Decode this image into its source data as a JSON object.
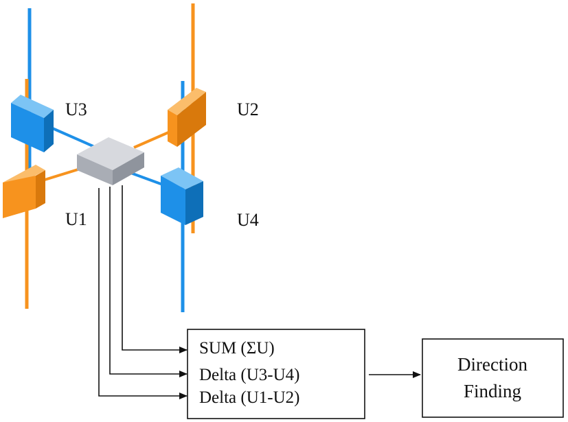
{
  "antennas": {
    "u1": "U1",
    "u2": "U2",
    "u3": "U3",
    "u4": "U4"
  },
  "processor": {
    "sum": "SUM (ΣU)",
    "delta_u3_u4": "Delta (U3-U4)",
    "delta_u1_u2": "Delta (U1-U2)"
  },
  "output": {
    "line1": "Direction",
    "line2": "Finding"
  },
  "colors": {
    "blue": "#1e90e8",
    "orange": "#f7931e",
    "hub": "#b8bcc4"
  }
}
